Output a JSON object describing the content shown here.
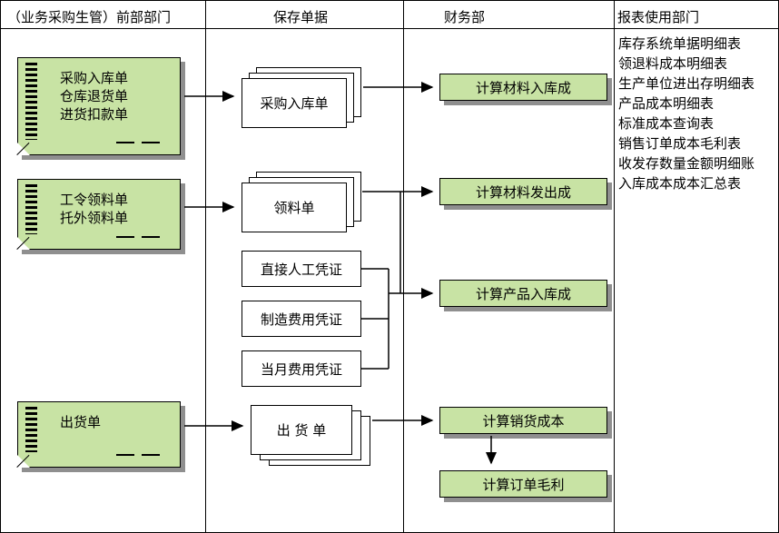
{
  "lanes": {
    "lane1": {
      "header": "（业务采购生管）前部部门"
    },
    "lane2": {
      "header": "保存单据"
    },
    "lane3": {
      "header": "财务部"
    },
    "lane4": {
      "header": "报表使用部门"
    }
  },
  "notes": [
    {
      "lines": [
        "采购入库单",
        "仓库退货单",
        "进货扣款单"
      ]
    },
    {
      "lines": [
        "工令领料单",
        "托外领料单"
      ]
    },
    {
      "lines": [
        "出货单"
      ]
    }
  ],
  "documents": {
    "purchase_receipt": "采购入库单",
    "material_requisition": "领料单",
    "direct_labor_voucher": "直接人工凭证",
    "manufacturing_expense_voucher": "制造费用凭证",
    "monthly_expense_voucher": "当月费用凭证",
    "shipment": "出 货 单"
  },
  "processes": {
    "material_inbound": "计算材料入库成",
    "material_issue": "计算材料发出成",
    "product_inbound": "计算产品入库成",
    "sales_cost": "计算销货成本",
    "order_profit": "计算订单毛利"
  },
  "reports": {
    "items": [
      "库存系统单据明细表",
      "领退料成本明细表",
      "生产单位进出存明细表",
      "产品成本明细表",
      "标准成本查询表",
      "销售订单成本毛利表",
      "收发存数量金额明细账",
      "入库成本成本汇总表"
    ]
  },
  "colors": {
    "shape_fill": "#c8e3a4",
    "shadow": "#8f8f8f",
    "line": "#000000",
    "background": "#ffffff"
  }
}
